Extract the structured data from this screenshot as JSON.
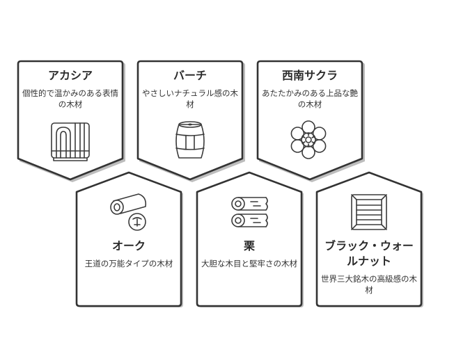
{
  "cards": [
    {
      "title": "アカシア",
      "description": "個性的で温かみのある表情の木材",
      "icon": "wood-grain-plank-icon"
    },
    {
      "title": "バーチ",
      "description": "やさしいナチュラル感の木材",
      "icon": "barrel-icon"
    },
    {
      "title": "西南サクラ",
      "description": "あたたかみのある上品な艶の木材",
      "icon": "flower-icon"
    },
    {
      "title": "オーク",
      "description": "王道の万能タイプの木材",
      "icon": "log-icon"
    },
    {
      "title": "栗",
      "description": "大胆な木目と堅牢さの木材",
      "icon": "logs-icon"
    },
    {
      "title": "ブラック・ウォールナット",
      "description": "世界三大銘木の高級感の木材",
      "icon": "wooden-crate-icon"
    }
  ]
}
